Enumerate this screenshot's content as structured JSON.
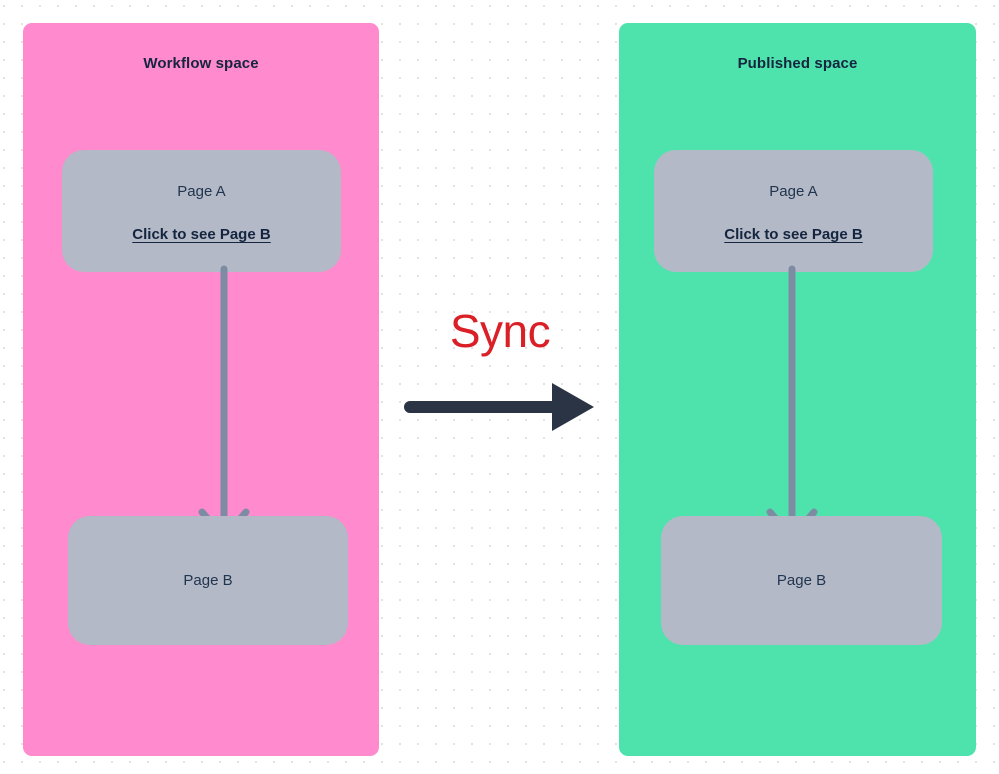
{
  "diagram": {
    "title_sync": "Sync",
    "colors": {
      "workflow_space_fill": "#ff8acd",
      "published_space_fill": "#4ee3ac",
      "page_card_fill": "#b3b9c6",
      "connector_stroke": "#7d8ca2",
      "sync_text": "#da1f26",
      "sync_arrow": "#2b3444",
      "heading_text": "#15253f",
      "background_dots": "#e4e1e3"
    },
    "spaces": [
      {
        "id": "workflow",
        "title": "Workflow space",
        "fill": "#ff8acd",
        "pages": [
          {
            "id": "page-a",
            "title": "Page A",
            "link_label": "Click to see Page B"
          },
          {
            "id": "page-b",
            "title": "Page B",
            "link_label": null
          }
        ]
      },
      {
        "id": "published",
        "title": "Published space",
        "fill": "#4ee3ac",
        "pages": [
          {
            "id": "page-a",
            "title": "Page A",
            "link_label": "Click to see Page B"
          },
          {
            "id": "page-b",
            "title": "Page B",
            "link_label": null
          }
        ]
      }
    ],
    "connectors": [
      {
        "from": "workflow.page-a",
        "to": "workflow.page-b",
        "direction": "down"
      },
      {
        "from": "published.page-a",
        "to": "published.page-b",
        "direction": "down"
      },
      {
        "from": "workflow",
        "to": "published",
        "direction": "right",
        "label": "Sync"
      }
    ]
  }
}
